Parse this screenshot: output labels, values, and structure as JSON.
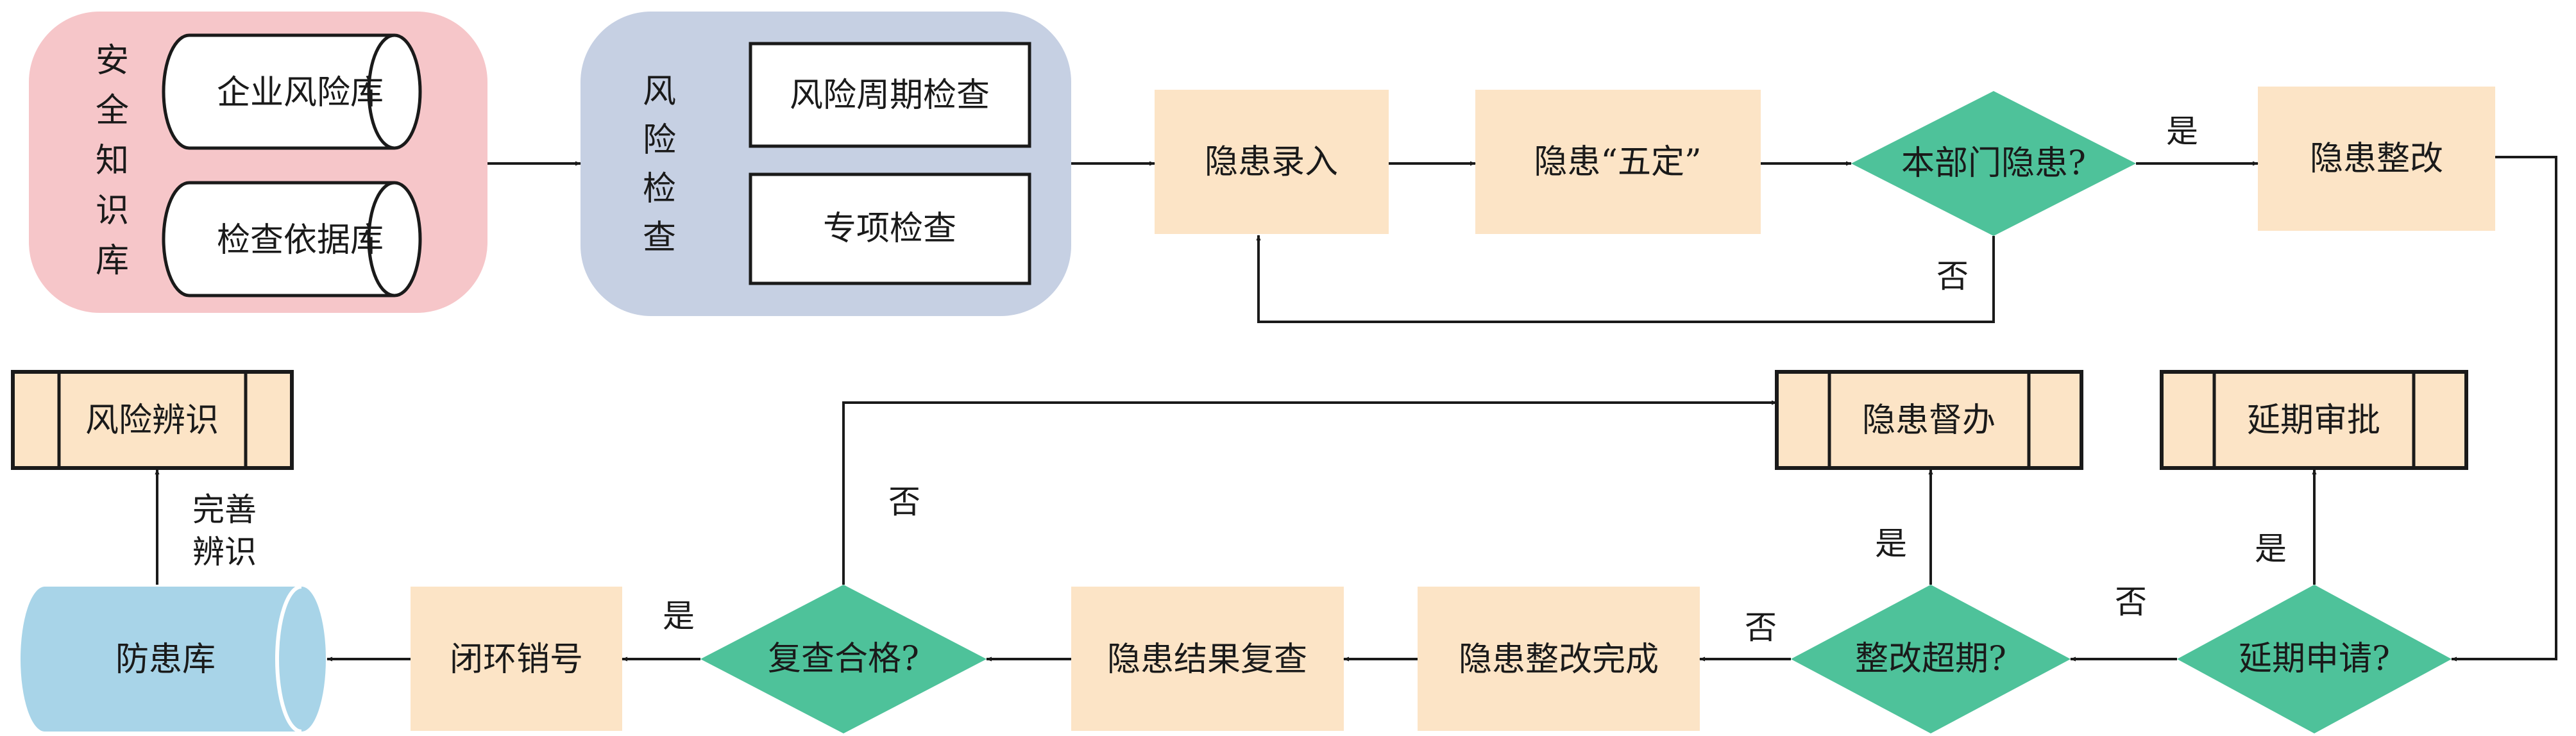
{
  "knowledge_group": {
    "label": [
      "安",
      "全",
      "知",
      "识",
      "库"
    ],
    "db1": "企业风险库",
    "db2": "检查依据库"
  },
  "inspection_group": {
    "label": [
      "风",
      "险",
      "检",
      "查"
    ],
    "box1": "风险周期检查",
    "box2": "专项检查"
  },
  "nodes": {
    "hazard_entry": "隐患录入",
    "five_fix": "隐患“五定”",
    "own_dept": "本部门隐患?",
    "rectify": "隐患整改",
    "supervise": "隐患督办",
    "extension_approval": "延期审批",
    "overdue": "整改超期?",
    "extension_request": "延期申请?",
    "rectify_done": "隐患整改完成",
    "result_recheck": "隐患结果复查",
    "recheck_pass": "复查合格?",
    "close_loop": "闭环销号",
    "risk_identify": "风险辨识",
    "prevention_db": "防患库"
  },
  "edge_labels": {
    "own_yes": "是",
    "own_no": "否",
    "recheck_no": "否",
    "overdue_yes": "是",
    "overdue_no": "否",
    "ext_yes": "是",
    "ext_no": "否",
    "recheck_yes": "是",
    "improve": [
      "完善",
      "辨识"
    ]
  },
  "colors": {
    "pink_group": "#f6c6c9",
    "blue_group": "#c6d0e3",
    "process_fill": "#fce4c6",
    "decision_fill": "#4ec29a",
    "database_fill": "#a8d4e8",
    "line": "#1a1a1a"
  }
}
